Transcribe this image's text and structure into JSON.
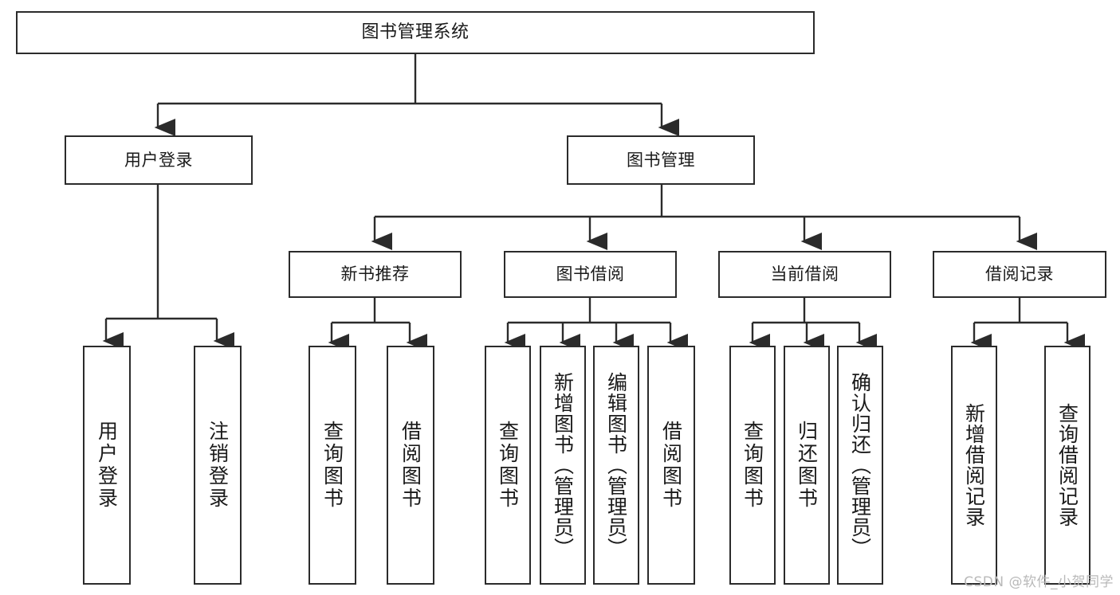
{
  "diagram": {
    "title": "图书管理系统",
    "type": "tree-hierarchy",
    "orientation": "top-down",
    "colors": {
      "node_border": "#2b2b2b",
      "node_fill": "#ffffff",
      "edge": "#2b2b2b",
      "text": "#1a1a1a",
      "watermark": "#b9b9b9"
    }
  },
  "nodes": {
    "root": {
      "label": "图书管理系统"
    },
    "level2": [
      {
        "id": "user-login",
        "label": "用户登录"
      },
      {
        "id": "book-manage",
        "label": "图书管理"
      }
    ],
    "level3": [
      {
        "id": "new-book-rec",
        "label": "新书推荐"
      },
      {
        "id": "book-borrow",
        "label": "图书借阅"
      },
      {
        "id": "current-borrow",
        "label": "当前借阅"
      },
      {
        "id": "borrow-record",
        "label": "借阅记录"
      }
    ],
    "leaves": {
      "user-login": [
        {
          "id": "leaf-user-login",
          "label": "用户登录"
        },
        {
          "id": "leaf-logout",
          "label": "注销登录"
        }
      ],
      "new-book-rec": [
        {
          "id": "leaf-query-book-1",
          "label": "查询图书"
        },
        {
          "id": "leaf-borrow-book-1",
          "label": "借阅图书"
        }
      ],
      "book-borrow": [
        {
          "id": "leaf-query-book-2",
          "label": "查询图书"
        },
        {
          "id": "leaf-add-book",
          "label": "新增图书（管理员）"
        },
        {
          "id": "leaf-edit-book",
          "label": "编辑图书（管理员）"
        },
        {
          "id": "leaf-borrow-book-2",
          "label": "借阅图书"
        }
      ],
      "current-borrow": [
        {
          "id": "leaf-query-book-3",
          "label": "查询图书"
        },
        {
          "id": "leaf-return-book",
          "label": "归还图书"
        },
        {
          "id": "leaf-confirm-return",
          "label": "确认归还（管理员）"
        }
      ],
      "borrow-record": [
        {
          "id": "leaf-add-record",
          "label": "新增借阅记录"
        },
        {
          "id": "leaf-query-record",
          "label": "查询借阅记录"
        }
      ]
    }
  },
  "watermark": {
    "text": "CSDN @软件_小贺同学"
  }
}
